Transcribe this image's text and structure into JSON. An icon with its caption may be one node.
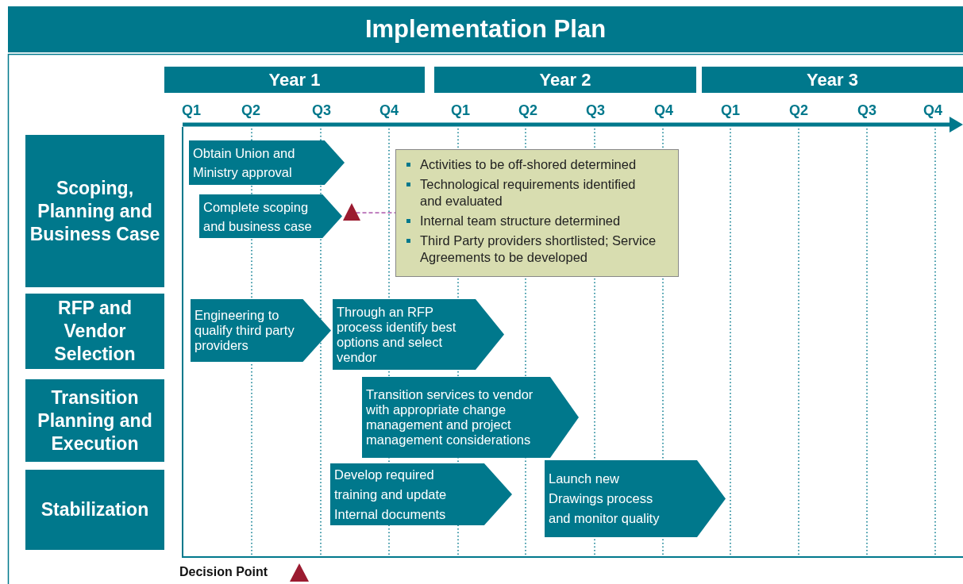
{
  "diagram": {
    "title": "Implementation Plan",
    "nodes": [
      {
        "text": [
          "Scoping, Planning and Business Case"
        ]
      },
      {
        "text": [
          "RFP and Vendor Selection"
        ]
      },
      {
        "text": [
          "Transition Planning and Execution"
        ]
      },
      {
        "text": [
          "Stabilization"
        ]
      },
      {
        "text": [
          "Obtain Union and Ministry approval"
        ]
      },
      {
        "text": [
          "Complete scoping and business case"
        ]
      },
      {
        "text": [],
        "shape": "triangle"
      },
      {
        "text": [
          "Activities to be off-shored determined",
          "Technological requirements identified and evaluated",
          "Internal team structure determined",
          "Third Party providers shortlisted; Service Agreements to be developed"
        ]
      },
      {
        "text": [
          "Engineering to qualify third party providers"
        ]
      },
      {
        "text": [
          "Through an RFP process identify best options and select vendor"
        ]
      },
      {
        "text": [
          "Transition services to vendor with appropriate change management and project management considerations"
        ]
      },
      {
        "text": [
          "Develop required training and update Internal documents"
        ]
      },
      {
        "text": [
          "Launch new Drawings process and monitor quality"
        ]
      }
    ],
    "edges": [
      {
        "from": 6,
        "to": 7,
        "arrow": "none",
        "style": "dashed",
        "color": "#993399"
      }
    ],
    "labels": [
      "Year 1",
      "Year 2",
      "Year 3",
      "Q1",
      "Q2",
      "Q3",
      "Q4",
      "Q1",
      "Q2",
      "Q3",
      "Q4",
      "Q1",
      "Q2",
      "Q3",
      "Q4"
    ],
    "legend": [
      {
        "text": "Decision Point"
      }
    ]
  }
}
